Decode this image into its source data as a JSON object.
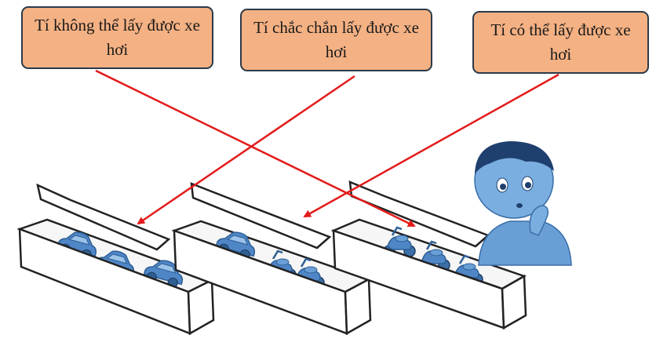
{
  "labels": {
    "box_a": "Tí không thể lấy được xe hơi",
    "box_b": "Tí chắc chắn lấy được xe hơi",
    "box_c": "Tí có thể lấy được xe hơi"
  },
  "colors": {
    "label_fill": "#f4b183",
    "label_border": "#2b3a4a",
    "arrow": "#e31b1b",
    "toy": "#4f86c6",
    "boy_skin": "#7aaee0"
  }
}
